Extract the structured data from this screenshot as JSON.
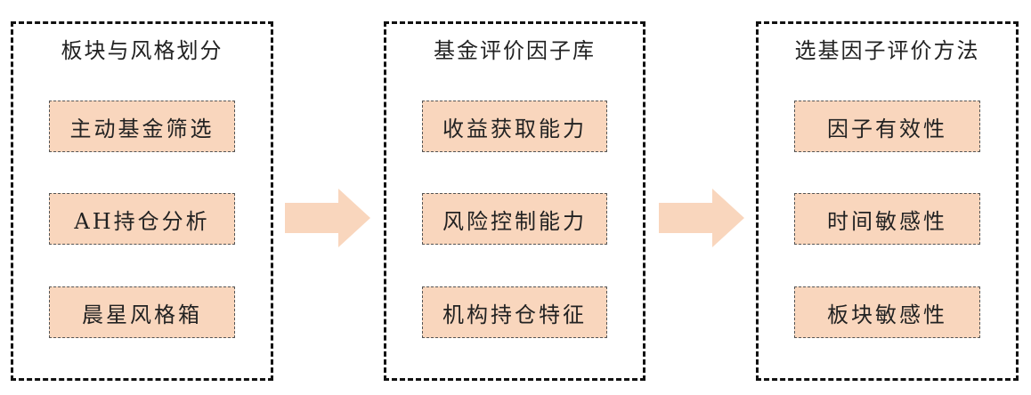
{
  "columns": [
    {
      "title": "板块与风格划分",
      "items": [
        "主动基金筛选",
        "AH持仓分析",
        "晨星风格箱"
      ]
    },
    {
      "title": "基金评价因子库",
      "items": [
        "收益获取能力",
        "风险控制能力",
        "机构持仓特征"
      ]
    },
    {
      "title": "选基因子评价方法",
      "items": [
        "因子有效性",
        "时间敏感性",
        "板块敏感性"
      ]
    }
  ],
  "colors": {
    "item_fill": "#f9d6bd",
    "arrow": "#f9d6bd",
    "border": "#111111"
  }
}
